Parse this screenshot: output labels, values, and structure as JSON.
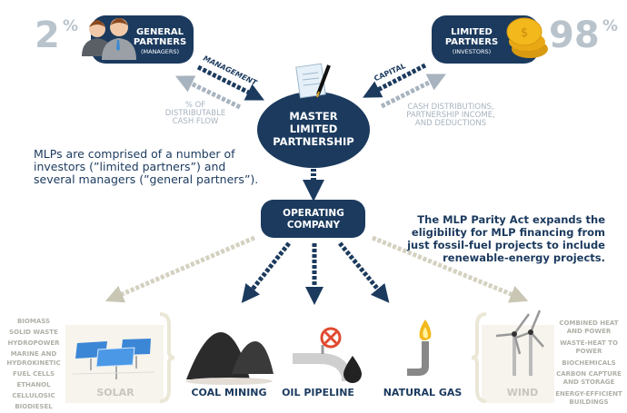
{
  "general_partners": {
    "percent": "2",
    "percent_sign": "%",
    "title_line1": "GENERAL",
    "title_line2": "PARTNERS",
    "subtitle": "(MANAGERS)"
  },
  "limited_partners": {
    "percent": "98",
    "percent_sign": "%",
    "title_line1": "LIMITED",
    "title_line2": "PARTNERS",
    "subtitle": "(INVESTORS)"
  },
  "flows": {
    "management": "MANAGEMENT",
    "cash_flow": [
      "% OF",
      "DISTRIBUTABLE",
      "CASH FLOW"
    ],
    "capital": "CAPITAL",
    "distributions": [
      "CASH DISTRIBUTIONS,",
      "PARTNERSHIP INCOME,",
      "AND DEDUCTIONS"
    ]
  },
  "master": [
    "MASTER",
    "LIMITED",
    "PARTNERSHIP"
  ],
  "operating": [
    "OPERATING",
    "COMPANY"
  ],
  "mlp_note": [
    "MLPs are comprised of a number of",
    "investors (”limited partners”) and",
    "several managers (”general partners”)."
  ],
  "parity_note": [
    "The MLP Parity Act expands the",
    "eligibility for MLP financing from",
    "just fossil-fuel projects to include",
    "renewable-energy projects."
  ],
  "sectors": [
    {
      "label": "SOLAR",
      "icon": "solar-panel-icon",
      "renewable": true
    },
    {
      "label": "COAL MINING",
      "icon": "coal-pile-icon",
      "renewable": false
    },
    {
      "label": "OIL PIPELINE",
      "icon": "oil-pipeline-icon",
      "renewable": false
    },
    {
      "label": "NATURAL GAS",
      "icon": "gas-flame-icon",
      "renewable": false
    },
    {
      "label": "WIND",
      "icon": "wind-turbine-icon",
      "renewable": true
    }
  ],
  "left_list": [
    "BIOMASS",
    "SOLID WASTE",
    "HYDROPOWER",
    "MARINE AND",
    "HYDROKINETIC",
    "FUEL CELLS",
    "ETHANOL",
    "CELLULOSIC",
    "BIODIESEL"
  ],
  "right_list": [
    "COMBINED HEAT",
    "AND POWER",
    "WASTE-HEAT TO",
    "POWER",
    "BIOCHEMICALS",
    "CARBON CAPTURE",
    "AND STORAGE",
    "ENERGY-EFFICIENT",
    "BUILDINGS"
  ],
  "colors": {
    "navy": "#1b3a5e",
    "gray": "#a7b3bf",
    "beige": "#ebe7d6",
    "gold": "#f2b81c"
  }
}
